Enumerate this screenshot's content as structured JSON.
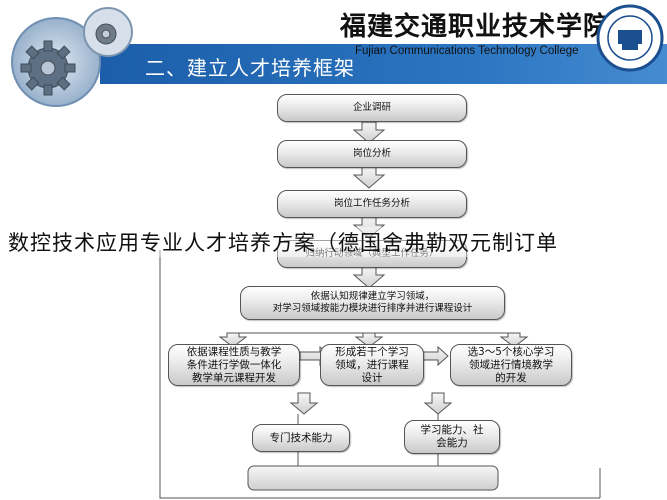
{
  "header": {
    "section_title": "二、建立人才培养框架",
    "college_name_cn": "福建交通职业技术学院",
    "college_name_en": "Fujian Communications Technology College"
  },
  "overlay_title": "数控技术应用专业人才培养方案（德国舍弗勒双元制订单",
  "flow": {
    "step1": "企业调研",
    "step2": "岗位分析",
    "step3": "岗位工作任务分析",
    "step4": "归纳行动领域（典型工作任务）",
    "step5": "依据认知规律建立学习领域，\n对学习领域按能力模块进行排序并进行课程设计",
    "branch_left": "依据课程性质与教学\n条件进行学做一体化\n教学单元课程开发",
    "branch_mid": "形成若干个学习\n领域，进行课程\n设计",
    "branch_right": "选3～5个核心学习\n领域进行情境教学\n的开发",
    "outcome_left": "专门技术能力",
    "outcome_right": "学习能力、社\n会能力"
  },
  "colors": {
    "header_band": "#1c5ea9",
    "arrow_fill": "#e9e9e9",
    "box_stroke": "#555555"
  },
  "icons": [
    "gear-logo-icon",
    "college-seal-icon"
  ]
}
